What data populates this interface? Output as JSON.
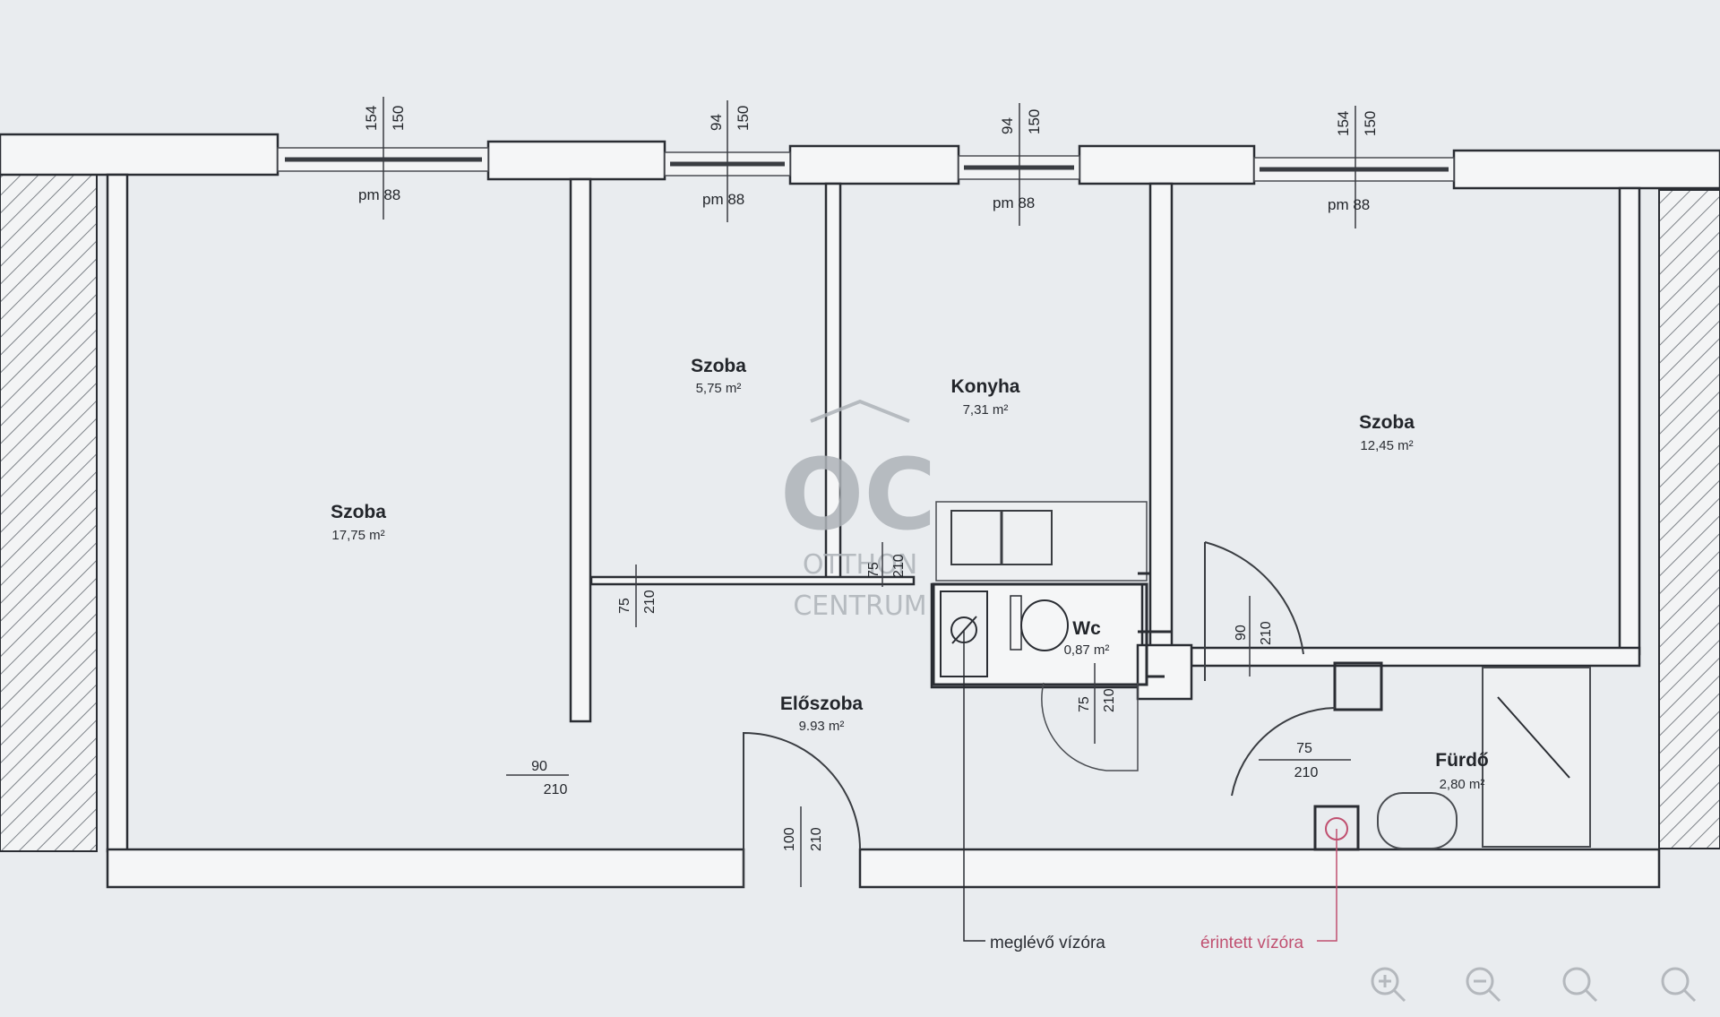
{
  "rooms": [
    {
      "name": "Szoba",
      "area": "17,75 m²"
    },
    {
      "name": "Szoba",
      "area": "5,75 m²"
    },
    {
      "name": "Konyha",
      "area": "7,31 m²"
    },
    {
      "name": "Szoba",
      "area": "12,45 m²"
    },
    {
      "name": "Wc",
      "area": "0,87 m²"
    },
    {
      "name": "Előszoba",
      "area": "9.93 m²"
    },
    {
      "name": "Fürdő",
      "area": "2,80 m²"
    }
  ],
  "windows": [
    {
      "width": "154",
      "height": "150",
      "sill": "pm 88"
    },
    {
      "width": "94",
      "height": "150",
      "sill": "pm 88"
    },
    {
      "width": "94",
      "height": "150",
      "sill": "pm 88"
    },
    {
      "width": "154",
      "height": "150",
      "sill": "pm 88"
    }
  ],
  "doors": [
    {
      "width": "75",
      "height": "210"
    },
    {
      "width": "75",
      "height": "210"
    },
    {
      "width": "90",
      "height": "210"
    },
    {
      "width": "100",
      "height": "210"
    },
    {
      "width": "75",
      "height": "210"
    },
    {
      "width": "90",
      "height": "210"
    },
    {
      "width": "75",
      "height": "210"
    }
  ],
  "notes": {
    "existing_meter": "meglévő vízóra",
    "affected_meter": "érintett vízóra"
  },
  "watermark": {
    "mark": "OC",
    "line1": "OTTHON",
    "line2": "CENTRUM"
  },
  "controls": [
    "zoom-in-icon",
    "zoom-out-icon",
    "search-icon",
    "reset-icon"
  ]
}
